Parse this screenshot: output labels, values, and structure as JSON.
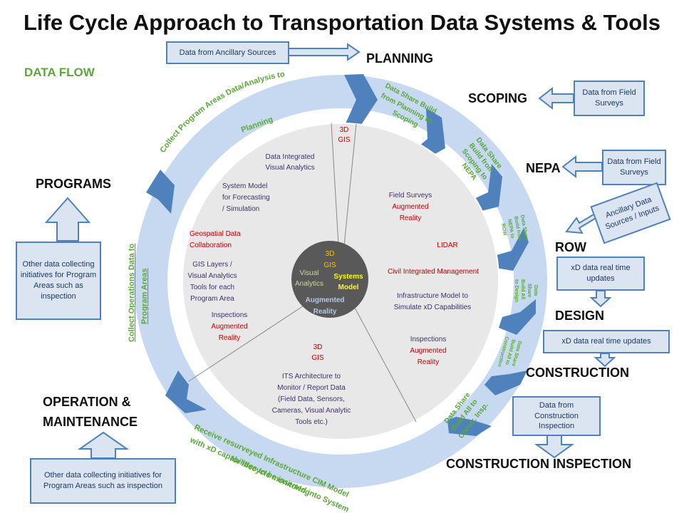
{
  "title": "Life Cycle Approach to Transportation Data Systems & Tools",
  "data_flow_label": "DATA FLOW",
  "stages": {
    "planning": "PLANNING",
    "scoping": "SCOPING",
    "nepa": "NEPA",
    "row": "ROW",
    "design": "DESIGN",
    "construction": "CONSTRUCTION",
    "construction_inspection": "CONSTRUCTION INSPECTION",
    "operation_1": "OPERATION &",
    "operation_2": "MAINTENANCE",
    "programs": "PROGRAMS"
  },
  "boxes": {
    "ancillary_sources": "Data from Ancillary Sources",
    "field_surveys_1": "Data from Field Surveys",
    "field_surveys_2": "Data from Field Surveys",
    "ancillary_inputs": "Ancillary Data Sources / Inputs",
    "xd_realtime_1": "xD data real time updates",
    "xd_realtime_2": "xD data real time updates",
    "construction_inspection": "Data from Construction Inspection",
    "programs_other": "Other data collecting initiatives for Program Areas such as inspection",
    "om_other": "Other data collecting initiatives for Program Areas such as inspection"
  },
  "ring_labels": {
    "planning_to_scoping_1": "Data Share Build",
    "planning_to_scoping_2": "from Planning to",
    "planning_to_scoping_3": "Scoping",
    "scoping_to_nepa_1": "Data Share",
    "scoping_to_nepa_2": "Build from",
    "scoping_to_nepa_3": "Scoping to",
    "scoping_to_nepa_4": "NEPA",
    "nepa_to_row_1": "Data Share",
    "nepa_to_row_2": "Build from",
    "nepa_to_row_3": "NEPA to",
    "nepa_to_row_4": "ROW",
    "all_to_design_1": "Data",
    "all_to_design_2": "Share",
    "all_to_design_3": "Build All",
    "all_to_design_4": "to Design",
    "all_to_construction_1": "Data Share",
    "all_to_construction_2": "Build All to",
    "all_to_construction_3": "Construction",
    "all_to_insp_1": "Data Share",
    "all_to_insp_2": "Build All to",
    "all_to_insp_3": "Constr. Insp.",
    "collect_planning_1": "Collect Program Areas Data/Analysis to",
    "collect_planning_2": "Planning",
    "collect_ops_1": "Collect Operations Data to",
    "collect_ops_2": "Program Areas",
    "receive_1": "Receive resurveyed Infrastructure CIM Model",
    "receive_2": "with xD capabilities to be inserted into System",
    "receive_3": "for lifecycle monitoring"
  },
  "circle": {
    "top_3dgis_1": "3D",
    "top_3dgis_2": "GIS",
    "data_integrated_1": "Data Integrated",
    "data_integrated_2": "Visual Analytics",
    "system_model_1": "System Model",
    "system_model_2": "for Forecasting",
    "system_model_3": "/ Simulation",
    "geospatial_1": "Geospatial Data",
    "geospatial_2": "Collaboration",
    "gis_layers_1": "GIS Layers /",
    "gis_layers_2": "Visual Analytics",
    "gis_layers_3": "Tools for each",
    "gis_layers_4": "Program Area",
    "inspect_left_1": "Inspections",
    "inspect_left_2": "Augmented",
    "inspect_left_3": "Reality",
    "field_surveys_1": "Field Surveys",
    "field_surveys_2": "Augmented",
    "field_surveys_3": "Reality",
    "lidar": "LIDAR",
    "cim": "Civil Integrated Management",
    "infra_1": "Infrastructure Model to",
    "infra_2": "Simulate xD Capabilities",
    "inspect_right_1": "Inspections",
    "inspect_right_2": "Augmented",
    "inspect_right_3": "Reality",
    "bottom_3dgis_1": "3D",
    "bottom_3dgis_2": "GIS",
    "its_1": "ITS Architecture to",
    "its_2": "Monitor / Report Data",
    "its_3": "(Field Data, Sensors,",
    "its_4": "Cameras, Visual Analytic",
    "its_5": "Tools etc.)",
    "core_3dgis_1": "3D",
    "core_3dgis_2": "GIS",
    "core_visual_1": "Visual",
    "core_visual_2": "Analytics",
    "core_systems_1": "Systems",
    "core_systems_2": "Model",
    "core_ar_1": "Augmented",
    "core_ar_2": "Reality"
  },
  "colors": {
    "ring": "#c6d9f0",
    "arrow_blue": "#4f81bd",
    "box_fill": "#dbe5f1",
    "inner_fill": "#e8e8e8",
    "core_fill": "#595959",
    "red_text": "#c00000",
    "purple_text": "#403068",
    "green_text": "#5aa83a"
  }
}
